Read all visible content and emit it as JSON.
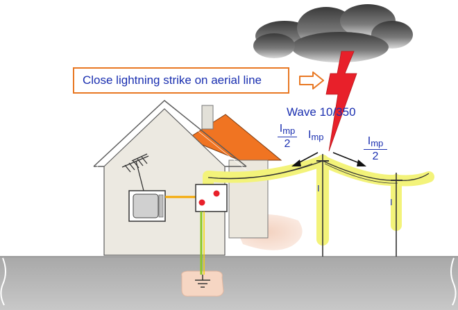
{
  "callout_text": "Close lightning strike on aerial line",
  "wave_label": "Wave 10/350",
  "current_split_left": {
    "symbol": "I",
    "subscript": "mp",
    "denominator": "2"
  },
  "current_peak": {
    "symbol": "I",
    "subscript": "mp"
  },
  "current_split_right": {
    "symbol": "I",
    "subscript": "mp",
    "denominator": "2"
  },
  "pole_current_label_1": "I",
  "pole_current_label_2": "I",
  "colors": {
    "accent_orange": "#e87722",
    "label_blue": "#1a2fb0",
    "lightning_red": "#e8202a",
    "surge_highlight": "#f3f37a",
    "ground": "#b9b9b9",
    "roof": "#f07422",
    "house_wall": "#ece9e1"
  },
  "icons": [
    "cloud-icon",
    "lightning-bolt-icon",
    "antenna-icon",
    "tv-icon",
    "earth-ground-icon"
  ]
}
